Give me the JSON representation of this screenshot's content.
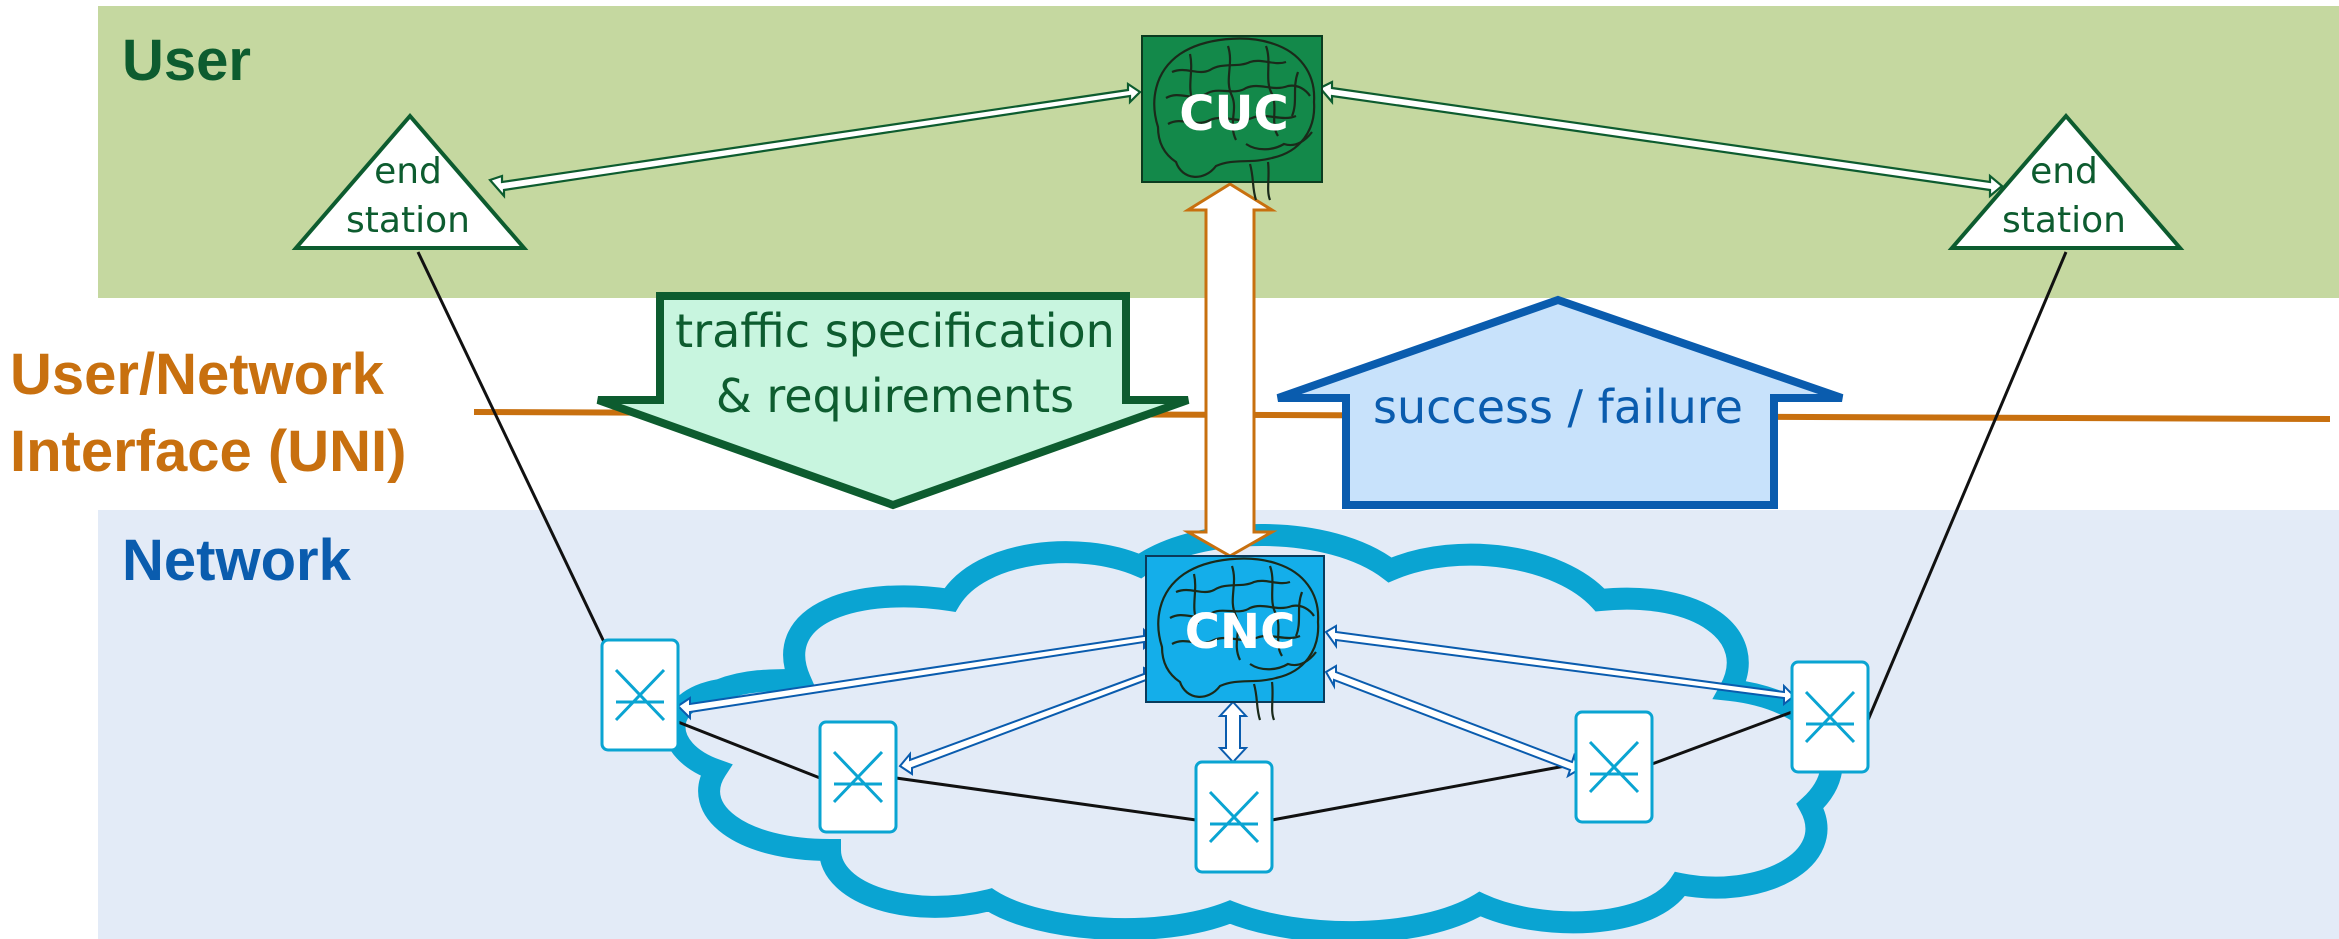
{
  "zones": {
    "user_label": "User",
    "uni_label_line1": "User/Network",
    "uni_label_line2": "Interface (UNI)",
    "network_label": "Network"
  },
  "nodes": {
    "cuc_label": "CUC",
    "cnc_label": "CNC",
    "end_station_left": {
      "line1": "end",
      "line2": "station"
    },
    "end_station_right": {
      "line1": "end",
      "line2": "station"
    }
  },
  "arrows": {
    "traffic_line1": "traffic specification",
    "traffic_line2": "& requirements",
    "result": "success / failure"
  },
  "colors": {
    "user_band": "#c5d8a0",
    "network_band": "#e3ebf7",
    "uni_line": "#c8700f",
    "user_text": "#0d5c2f",
    "network_text": "#0a5cae",
    "cuc_fill": "#13894a",
    "cnc_fill": "#14aeea",
    "cloud": "#0aa4d2",
    "traffic_fill": "#c8f5df",
    "result_fill": "#c8e2fb"
  },
  "icons": {
    "brain": "brain-icon",
    "switch": "switch-icon"
  }
}
